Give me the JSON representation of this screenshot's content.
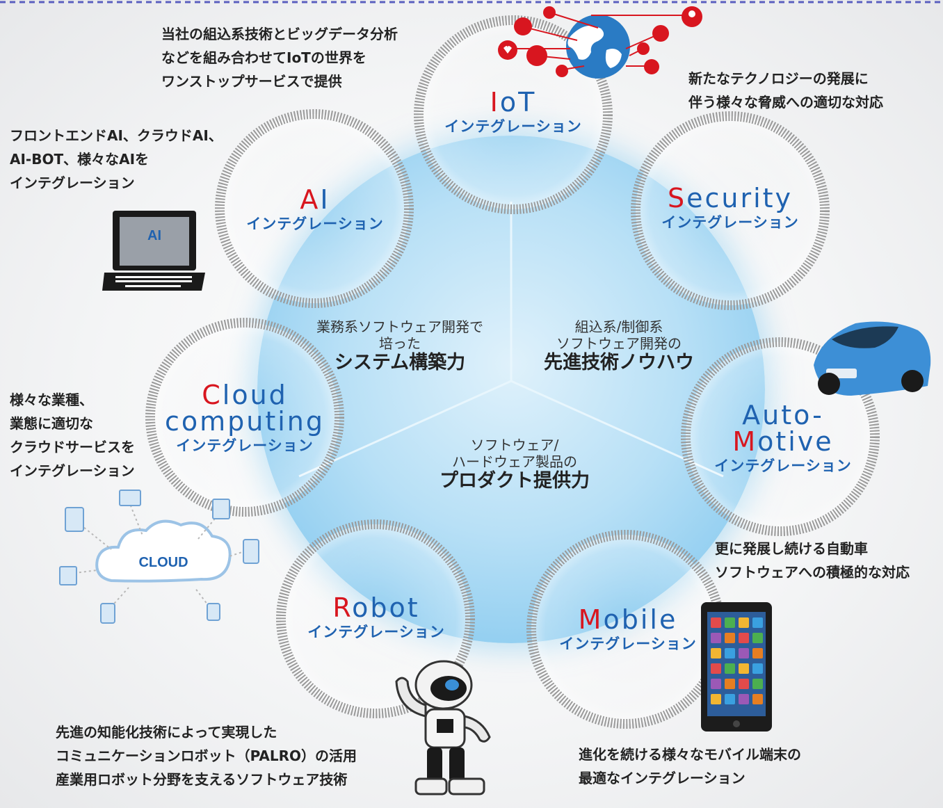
{
  "center": [
    {
      "line1": "業務系ソフトウェア開発で",
      "line2": "培った",
      "strong": "システム構築力"
    },
    {
      "line1": "組込系/制御系",
      "line2": "ソフトウェア開発の",
      "strong": "先進技術ノウハウ"
    },
    {
      "line1": "ソフトウェア/",
      "line2": "ハードウェア製品の",
      "strong": "プロダクト提供力"
    }
  ],
  "nodes": [
    {
      "cap": "I",
      "rest": "oT",
      "rest2": "",
      "sub": "インテグレーション"
    },
    {
      "cap": "A",
      "rest": "I",
      "rest2": "",
      "sub": "インテグレーション"
    },
    {
      "cap": "S",
      "rest": "ecurity",
      "rest2": "",
      "sub": "インテグレーション"
    },
    {
      "cap": "C",
      "rest": "loud",
      "rest2": "computing",
      "sub": "インテグレーション"
    },
    {
      "cap": "",
      "rest": "Auto-",
      "cap2": "M",
      "rest2": "otive",
      "sub": "インテグレーション"
    },
    {
      "cap": "R",
      "rest": "obot",
      "rest2": "",
      "sub": "インテグレーション"
    },
    {
      "cap": "M",
      "rest": "obile",
      "rest2": "",
      "sub": "インテグレーション"
    }
  ],
  "descriptions": {
    "iot": [
      "当社の組込系技術とビッグデータ分析",
      "などを組み合わせてIoTの世界を",
      "ワンストップサービスで提供"
    ],
    "ai": [
      "フロントエンドAI、クラウドAI、",
      "AI-BOT、様々なAIを",
      "インテグレーション"
    ],
    "security": [
      "新たなテクノロジーの発展に",
      "伴う様々な脅威への適切な対応"
    ],
    "cloud": [
      "様々な業種、",
      "業態に適切な",
      "クラウドサービスを",
      "インテグレーション"
    ],
    "automotive": [
      "更に発展し続ける自動車",
      "ソフトウェアへの積極的な対応"
    ],
    "robot": [
      "先進の知能化技術によって実現した",
      "コミュニケーションロボット（PALRO）の活用",
      "産業用ロボット分野を支えるソフトウェア技術"
    ],
    "mobile": [
      "進化を続ける様々なモバイル端末の",
      "最適なインテグレーション"
    ]
  },
  "illustrations": {
    "laptop_label": "AI",
    "cloud_label": "CLOUD"
  },
  "colors": {
    "accent_blue": "#1f62b0",
    "accent_red": "#d8161f",
    "hub_blue": "#8fcdf0",
    "ring_gray": "#9a9a9a"
  }
}
